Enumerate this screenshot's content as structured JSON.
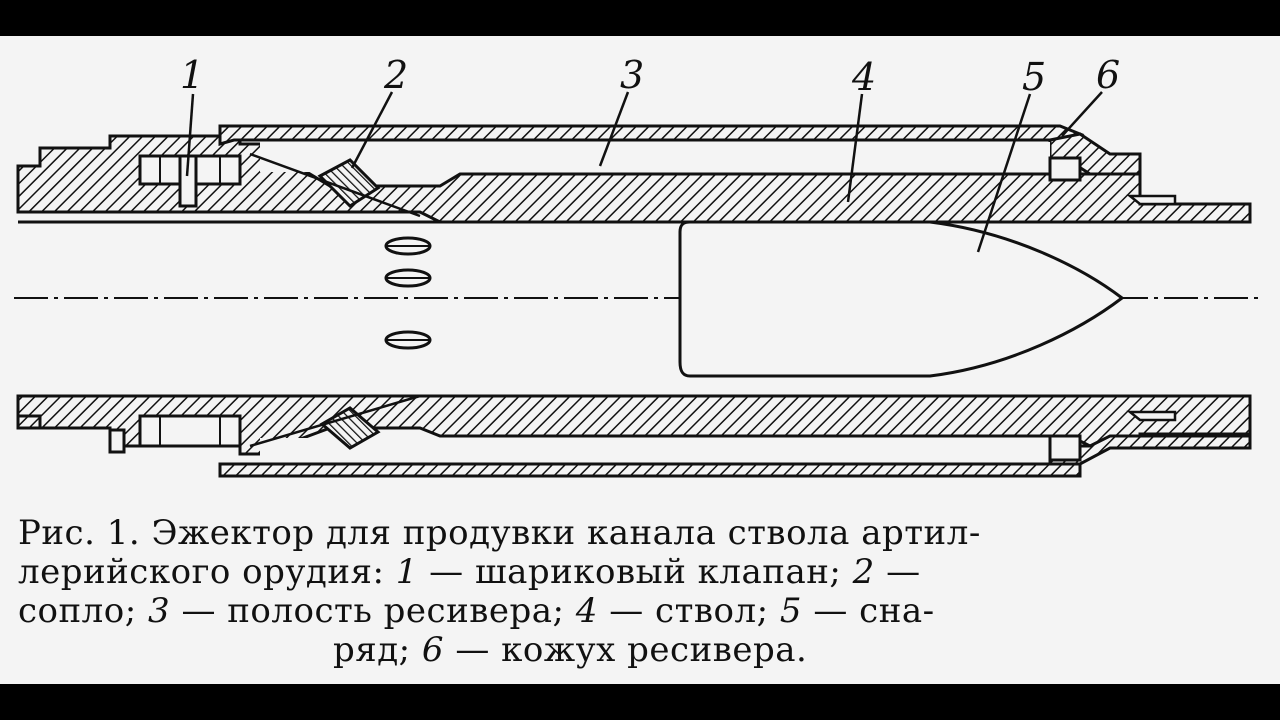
{
  "labels": {
    "l1": "1",
    "l2": "2",
    "l3": "3",
    "l4": "4",
    "l5": "5",
    "l6": "6"
  },
  "caption": {
    "line1": "Рис. 1. Эжектор для продувки канала ствола артил-",
    "line2_a": "лерийского орудия: ",
    "line2_n1": "1",
    "line2_b": " — шариковый клапан; ",
    "line2_n2": "2",
    "line2_c": " —",
    "line3_a": "сопло; ",
    "line3_n3": "3",
    "line3_b": " — полость ресивера; ",
    "line3_n4": "4",
    "line3_c": " — ствол; ",
    "line3_n5": "5",
    "line3_d": " — сна-",
    "line4_a": "ряд; ",
    "line4_n6": "6",
    "line4_b": " — кожух ресивера."
  }
}
